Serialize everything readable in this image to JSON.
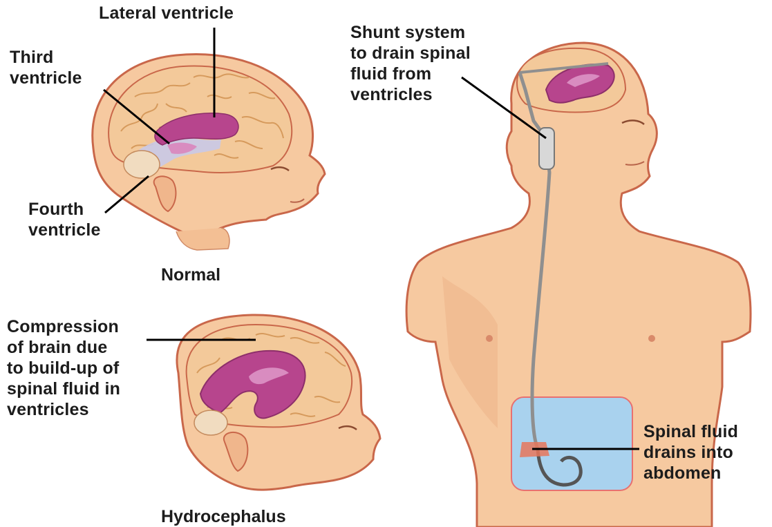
{
  "labels": {
    "lateral_ventricle": "Lateral ventricle",
    "third_ventricle": "Third\nventricle",
    "fourth_ventricle": "Fourth\nventricle",
    "compression": "Compression\nof brain due\nto build-up of\nspinal fluid in\nventricles",
    "shunt_system": "Shunt system\nto drain spinal\nfluid from\nventricles",
    "spinal_fluid_drains": "Spinal fluid\ndrains into\nabdomen"
  },
  "captions": {
    "normal": "Normal",
    "hydrocephalus": "Hydrocephalus"
  },
  "colors": {
    "skin": "#f6c9a0",
    "skin_shade": "#e9a57a",
    "outline": "#c9674a",
    "brain": "#f3c99a",
    "brain_fold": "#d69a5c",
    "ventricle": "#b7458d",
    "ventricle_light": "#d98cc0",
    "csf_space": "#c9c9e8",
    "cerebellum": "#f1dcc0",
    "abdomen": "#a9d2ee",
    "tube": "#8f8f8f",
    "leader": "#000000"
  }
}
